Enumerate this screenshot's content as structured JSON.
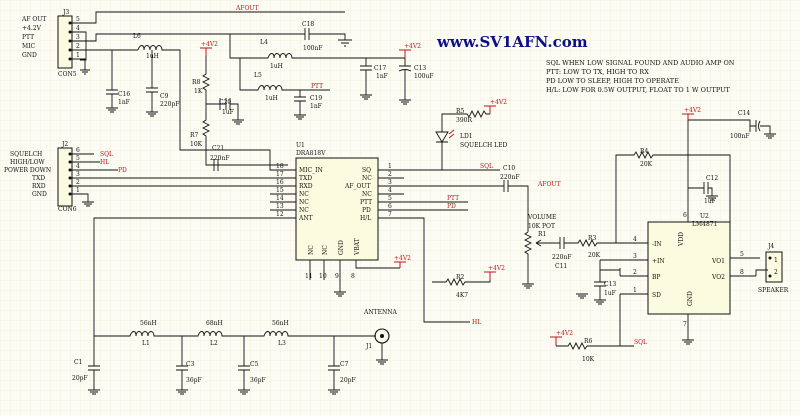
{
  "header": {
    "site_title": "www.SV1AFN.com"
  },
  "notes": [
    "SQL WHEN LOW SIGNAL FOUND AND AUDIO AMP ON",
    "PTT: LOW TO TX, HIGH TO RX",
    "PD  LOW TO SLEEP, HIGH TO OPERATE",
    "H/L: LOW FOR 0.5W OUTPUT, FLOAT TO 1 W OUTPUT"
  ],
  "connectors": {
    "j3": {
      "ref": "J3",
      "name": "CON5",
      "pins": [
        "AF OUT",
        "+4.2V",
        "PTT",
        "MIC",
        "GND"
      ],
      "pin_numbers": [
        "5",
        "4",
        "3",
        "2",
        "1"
      ]
    },
    "j2": {
      "ref": "J2",
      "name": "CON6",
      "pins": [
        "SQUELCH",
        "HIGH/LOW",
        "POWER DOWN",
        "TXD",
        "RXD",
        "GND"
      ],
      "pin_numbers": [
        "6",
        "5",
        "4",
        "3",
        "2",
        "1"
      ]
    },
    "j1": {
      "ref": "J1",
      "name": "ANTENNA"
    },
    "j4": {
      "ref": "J4",
      "name": "SPEAKER",
      "pin_numbers": [
        "1",
        "2"
      ]
    }
  },
  "net_labels": {
    "afout": "AFOUT",
    "ptt": "PTT",
    "sql": "SQL",
    "hl": "HL",
    "pd": "PD",
    "vcc": "+4V2"
  },
  "u1": {
    "ref": "U1",
    "part": "DRA818V",
    "left_pins": [
      {
        "num": "18",
        "name": "MIC_IN"
      },
      {
        "num": "17",
        "name": "TXD"
      },
      {
        "num": "16",
        "name": "RXD"
      },
      {
        "num": "15",
        "name": "NC"
      },
      {
        "num": "14",
        "name": "NC"
      },
      {
        "num": "13",
        "name": "NC"
      },
      {
        "num": "12",
        "name": "ANT"
      }
    ],
    "right_pins": [
      {
        "num": "1",
        "name": "SQ"
      },
      {
        "num": "2",
        "name": "NC"
      },
      {
        "num": "3",
        "name": "AF_OUT"
      },
      {
        "num": "4",
        "name": "NC"
      },
      {
        "num": "5",
        "name": "PTT"
      },
      {
        "num": "6",
        "name": "PD"
      },
      {
        "num": "7",
        "name": "H/L"
      }
    ],
    "bottom_pins": [
      {
        "num": "11",
        "name": "NC"
      },
      {
        "num": "10",
        "name": "NC"
      },
      {
        "num": "9",
        "name": "GND"
      },
      {
        "num": "8",
        "name": "VBAT"
      }
    ]
  },
  "u2": {
    "ref": "U2",
    "part": "LM4871",
    "left_pins": [
      {
        "num": "4",
        "name": "-IN"
      },
      {
        "num": "3",
        "name": "+IN"
      },
      {
        "num": "2",
        "name": "BP"
      },
      {
        "num": "1",
        "name": "SD"
      }
    ],
    "right_pins": [
      {
        "num": "5",
        "name": "VO1"
      },
      {
        "num": "8",
        "name": "VO2"
      }
    ],
    "top_pin": {
      "num": "6",
      "name": "VDD"
    },
    "bottom_pin": {
      "num": "7",
      "name": "GND"
    }
  },
  "components": {
    "l6": {
      "ref": "L6",
      "value": "1uH"
    },
    "l4": {
      "ref": "L4",
      "value": "1uH"
    },
    "l5": {
      "ref": "L5",
      "value": "1uH"
    },
    "l1": {
      "ref": "L1",
      "value": "56nH"
    },
    "l2": {
      "ref": "L2",
      "value": "68nH"
    },
    "l3": {
      "ref": "L3",
      "value": "56nH"
    },
    "c18": {
      "ref": "C18",
      "value": "100nF"
    },
    "c16": {
      "ref": "C16",
      "value": "1nF"
    },
    "c9": {
      "ref": "C9",
      "value": "220pF"
    },
    "c20": {
      "ref": "C20",
      "value": "1uF"
    },
    "c21": {
      "ref": "C21",
      "value": "220nF"
    },
    "c19": {
      "ref": "C19",
      "value": "1nF"
    },
    "c17": {
      "ref": "C17",
      "value": "1nF"
    },
    "c13": {
      "ref": "C13",
      "value": "100uF"
    },
    "c10": {
      "ref": "C10",
      "value": "220nF"
    },
    "c11": {
      "ref": "C11",
      "value": "220nF"
    },
    "c12": {
      "ref": "C12",
      "value": "1uF"
    },
    "c13b": {
      "ref": "C13",
      "value": "1uF"
    },
    "c14": {
      "ref": "C14",
      "value": "100nF"
    },
    "c1": {
      "ref": "C1",
      "value": "20pF"
    },
    "c3": {
      "ref": "C3",
      "value": "36pF"
    },
    "c5": {
      "ref": "C5",
      "value": "36pF"
    },
    "c7": {
      "ref": "C7",
      "value": "20pF"
    },
    "r1": {
      "ref": "R1",
      "value": "10K POT",
      "name": "VOLUME"
    },
    "r2": {
      "ref": "R2",
      "value": "4K7"
    },
    "r3": {
      "ref": "R3",
      "value": "20K"
    },
    "r4": {
      "ref": "R4",
      "value": "20K"
    },
    "r5": {
      "ref": "R5",
      "value": "390R"
    },
    "r6": {
      "ref": "R6",
      "value": "10K"
    },
    "r7": {
      "ref": "R7",
      "value": "10K"
    },
    "r8": {
      "ref": "R8",
      "value": "1K"
    },
    "ld1": {
      "ref": "LD1",
      "value": "SQUELCH LED"
    }
  }
}
